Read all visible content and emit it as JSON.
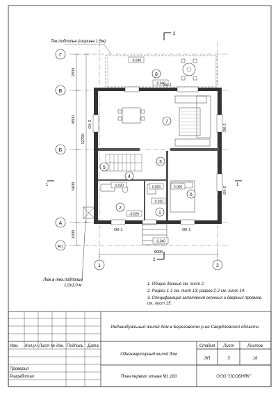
{
  "drawing": {
    "annotations": {
      "tech_underground": "Тех.подполье (ширина 1.5м)",
      "hatch": "Люк в тех.подполье",
      "hatch_size": "1,0х1,0 м"
    },
    "axes": {
      "letters": [
        "Г",
        "В",
        "Б",
        "А",
        "А/1"
      ],
      "numbers": [
        "1",
        "2"
      ],
      "section_marks": [
        "1",
        "2"
      ]
    },
    "dimensions": {
      "vertical": [
        "2800",
        "4500",
        "5400",
        "12700",
        "1800"
      ],
      "horizontal": [
        "9000"
      ]
    },
    "levels": [
      "-0.040",
      "-0.040",
      "-0.020",
      "0.000",
      "-0.020",
      "0.000",
      "-0.020",
      "-0.040"
    ],
    "windows": [
      "ОК-2",
      "ОК-2",
      "ОК-2",
      "ОК-2",
      "ОК-1",
      "ОК-1"
    ],
    "rooms": [
      "1",
      "2",
      "3",
      "4",
      "5",
      "6",
      "7",
      "8"
    ]
  },
  "notes": [
    "1. Общие данные см. лист 2.",
    "2. Разрез 1-1 см. лист 13; разрез 2-2 см. лист 14.",
    "3. Спецификация заполнения оконных и дверных проемов",
    "   см. лист 15."
  ],
  "title_block": {
    "project": "Индивидуальный жилой дом в Березовском р-не Свердловской области",
    "building": "Одноквартирный жилой дом",
    "sheet_name": "План первого этажа М1:100",
    "company": "ООО \"ОСОБНЯК\"",
    "headers": {
      "izm": "Изм.",
      "kol": "Кол.уч",
      "list": "Лист",
      "doc": "№ док.",
      "podpis": "Подпись",
      "data": "Дата"
    },
    "stage_label": "Стадия",
    "sheet_label": "Лист",
    "sheets_label": "Листов",
    "stage": "ЭП",
    "sheet": "3",
    "sheets": "16",
    "checked": "Проверил",
    "developed": "Разработал"
  }
}
